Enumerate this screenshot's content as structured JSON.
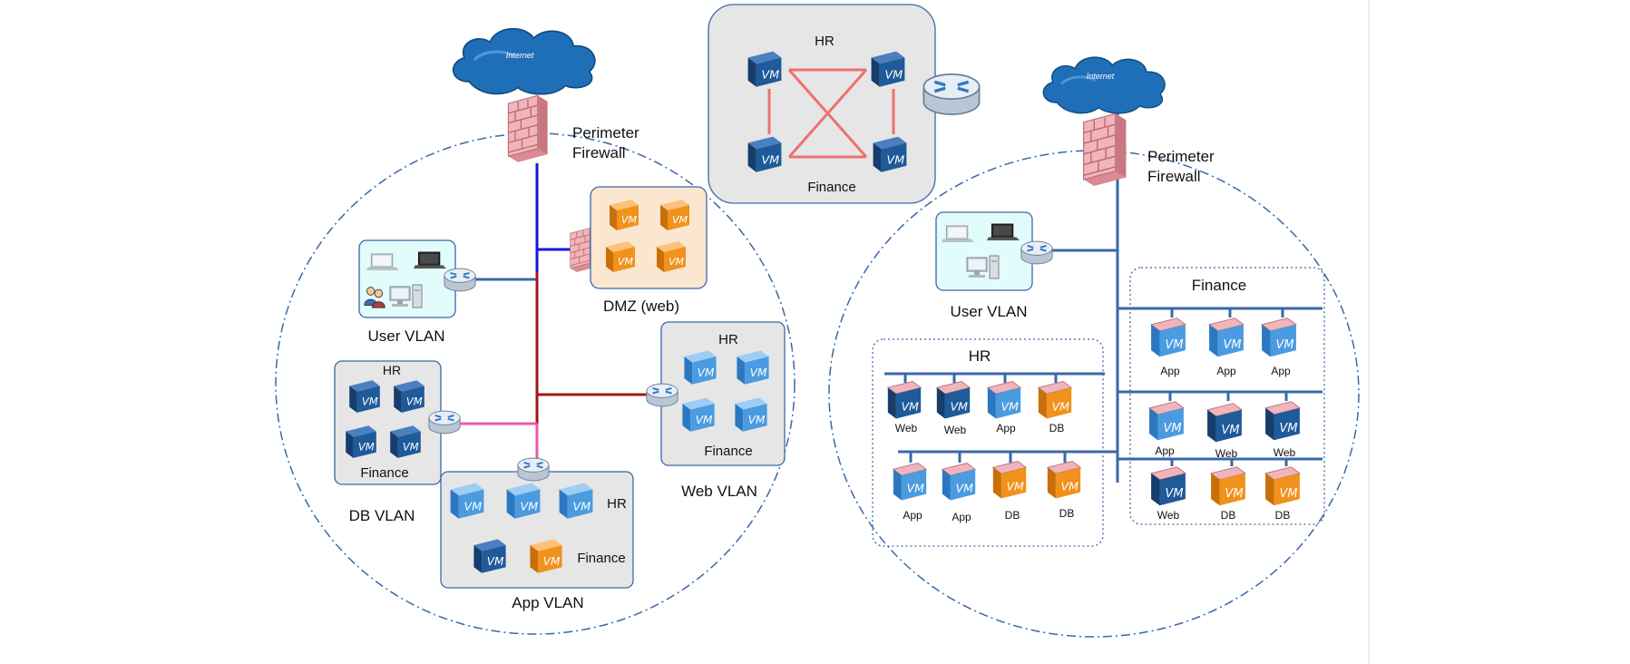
{
  "colors": {
    "dark_vm": "#1f5a9a",
    "light_vm": "#4a9be0",
    "orange_vm": "#f0921c",
    "firewall": "#e6a8ad",
    "cloud": "#1f6fb8",
    "panel_gray": "#e6e6e6",
    "panel_peach": "#fbe6cf",
    "panel_cyan": "#e2fbfb",
    "line_blue": "#3a68a8"
  },
  "icons": [
    "cloud-icon",
    "firewall-icon",
    "router-icon",
    "vm-icon",
    "laptop-icon",
    "desktop-icon",
    "users-icon"
  ],
  "left": {
    "cloud_label": "Internet",
    "firewall_label": [
      "Perimeter",
      "Firewall"
    ],
    "dmz_label": "DMZ (web)",
    "user_vlan_label": "User VLAN",
    "db_vlan": {
      "label": "DB VLAN",
      "hr": "HR",
      "finance": "Finance"
    },
    "web_vlan": {
      "label": "Web VLAN",
      "hr": "HR",
      "finance": "Finance"
    },
    "app_vlan": {
      "label": "App VLAN",
      "hr": "HR",
      "finance": "Finance"
    }
  },
  "middle": {
    "hr": "HR",
    "finance": "Finance"
  },
  "right": {
    "cloud_label": "Internet",
    "firewall_label": [
      "Perimeter",
      "Firewall"
    ],
    "user_vlan_label": "User VLAN",
    "hr": {
      "title": "HR",
      "row1": [
        "Web",
        "Web",
        "App",
        "DB"
      ],
      "row2": [
        "App",
        "App",
        "DB",
        "DB"
      ]
    },
    "finance": {
      "title": "Finance",
      "row1": [
        "App",
        "App",
        "App"
      ],
      "row2": [
        "App",
        "Web",
        "Web"
      ],
      "row3": [
        "Web",
        "DB",
        "DB"
      ]
    }
  },
  "vm_label": "VM"
}
